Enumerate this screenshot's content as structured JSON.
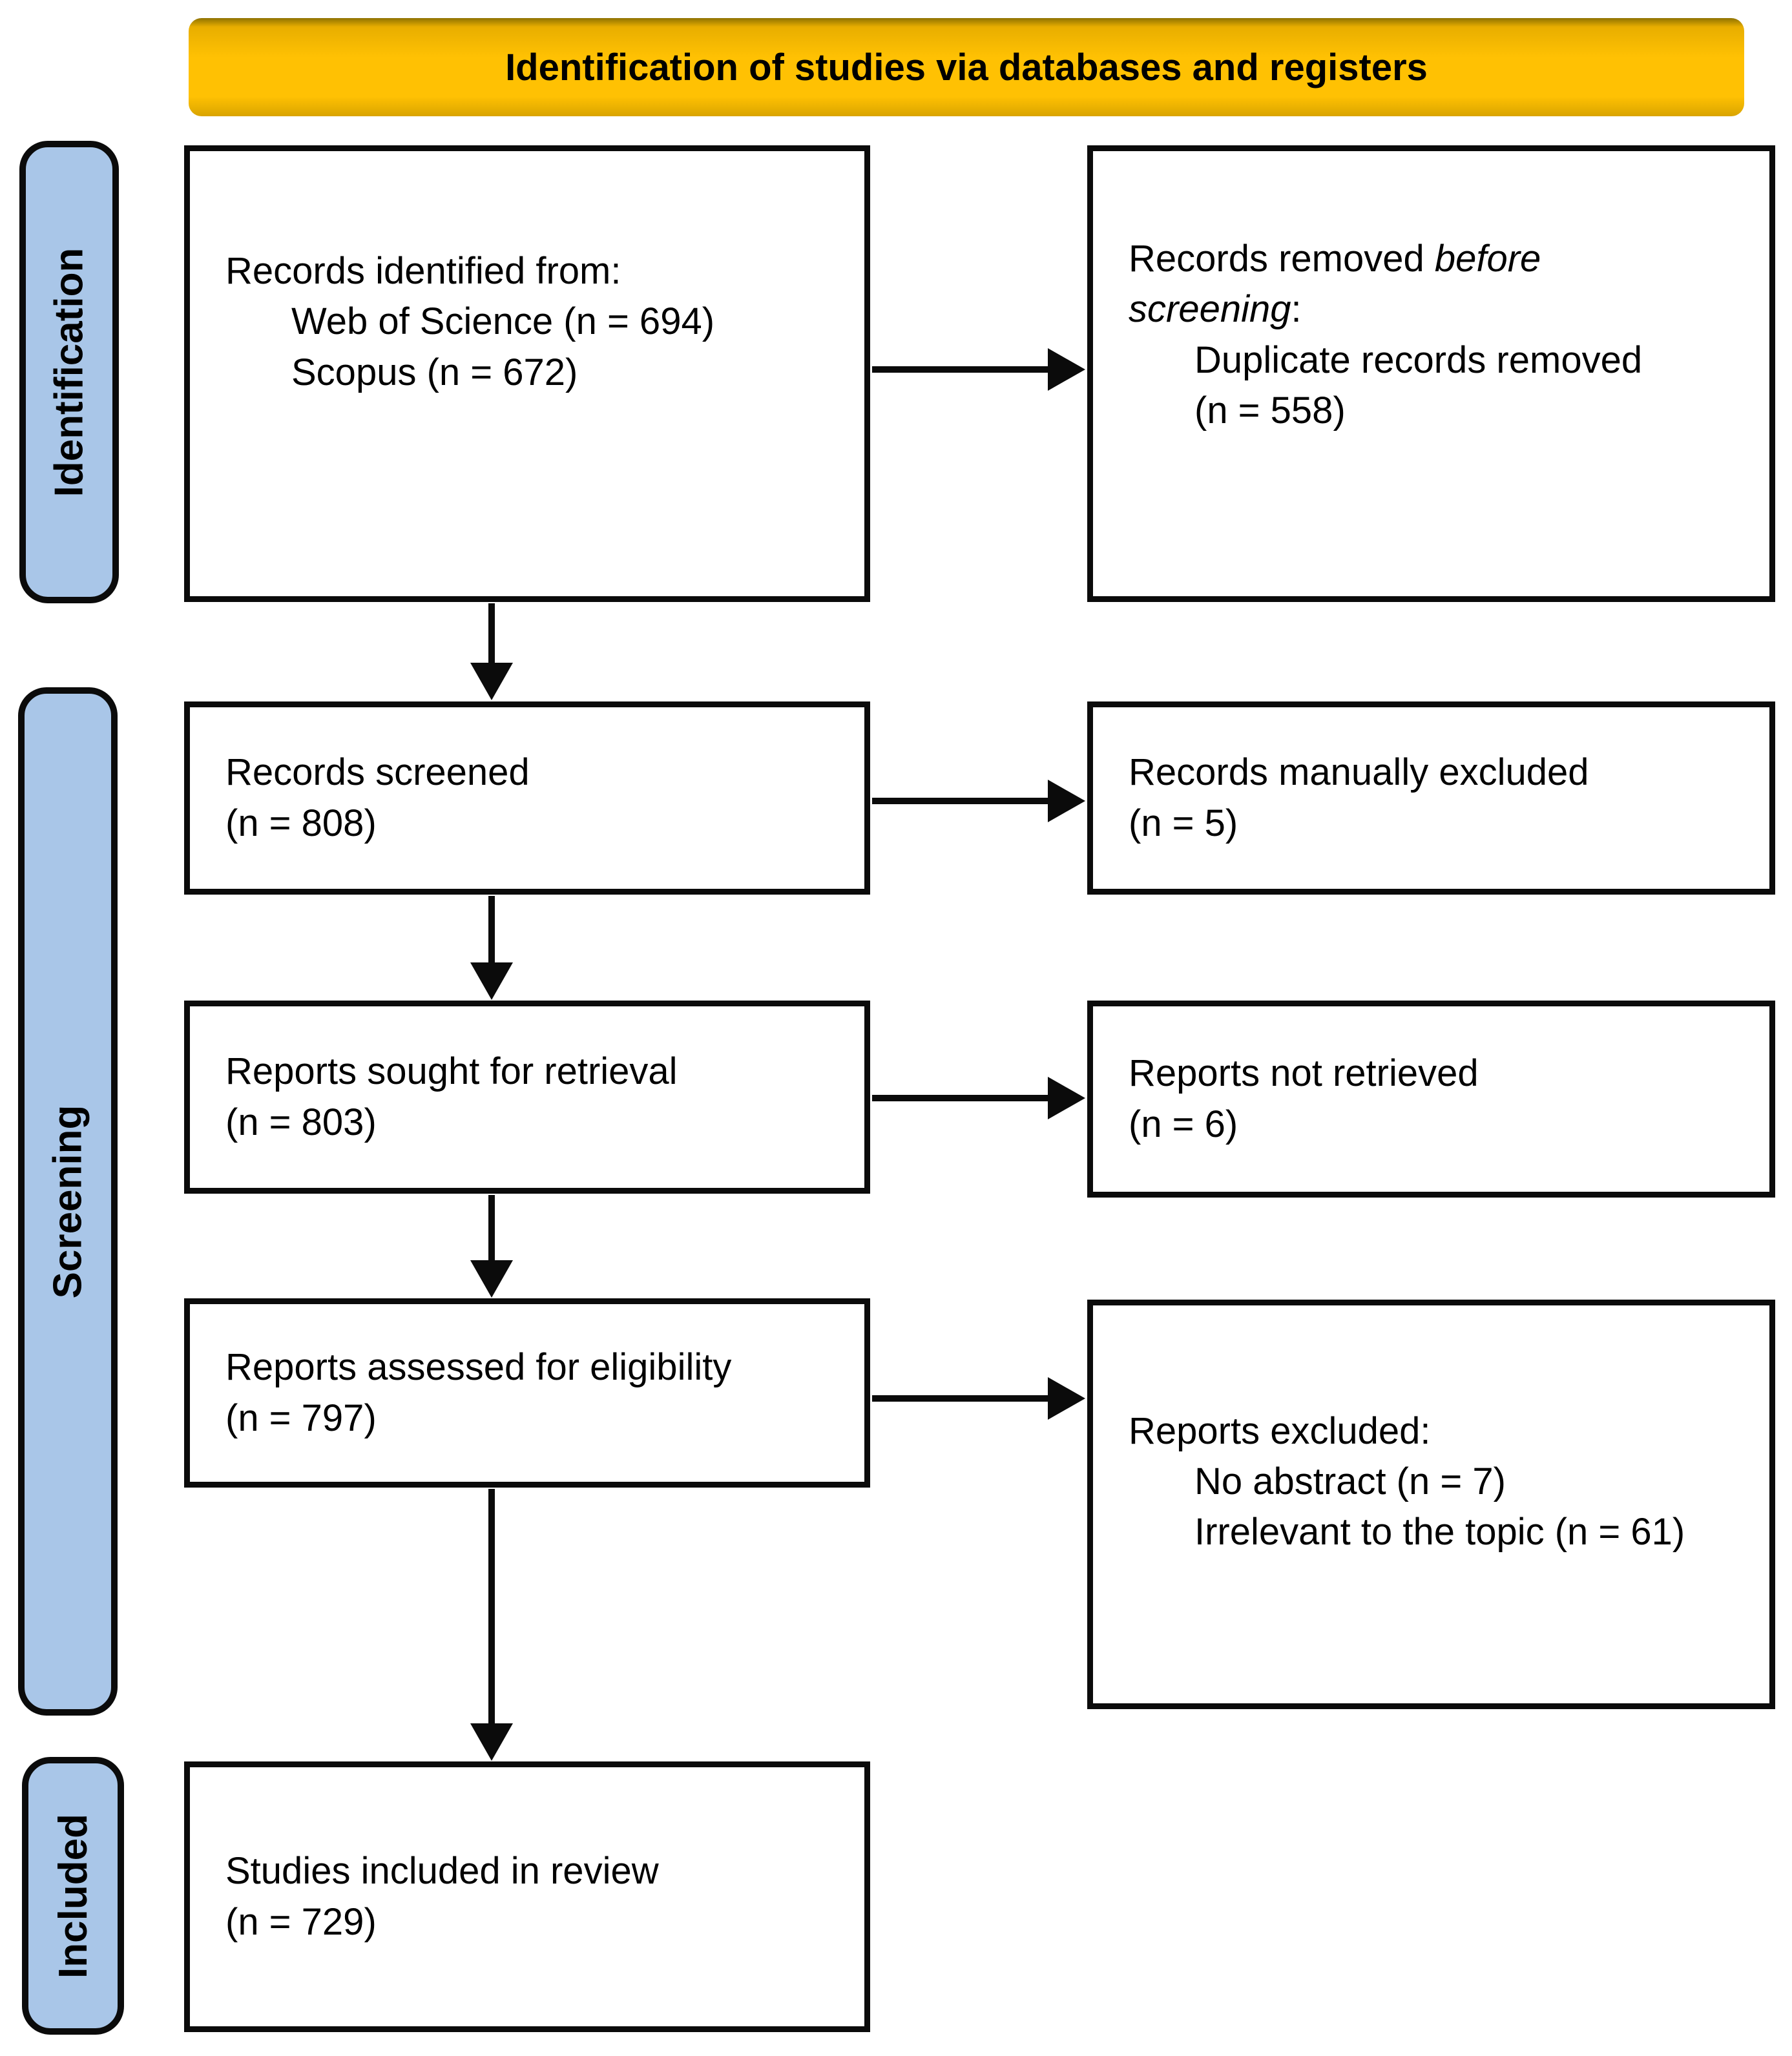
{
  "title": "Identification of studies via databases and registers",
  "colors": {
    "banner_gold": "#FFC103",
    "stage_blue": "#A9C6E8",
    "line_black": "#0B0B0B"
  },
  "stages": [
    {
      "label": "Identification"
    },
    {
      "label": "Screening"
    },
    {
      "label": "Included"
    }
  ],
  "boxes": {
    "identified": {
      "line1": "Records identified from:",
      "items": [
        "Web of Science (n = 694)",
        "Scopus (n = 672)"
      ]
    },
    "removed": {
      "seg_normal1": "Records removed ",
      "seg_italic1": "before",
      "seg_italic2": "screening",
      "seg_colon": ":",
      "items": [
        "Duplicate records removed",
        "(n = 558)"
      ]
    },
    "screened": {
      "line1": "Records screened",
      "line2": "(n = 808)"
    },
    "manually_excluded": {
      "line1": "Records manually excluded",
      "line2": "(n = 5)"
    },
    "sought": {
      "line1": "Reports sought for retrieval",
      "line2": "(n = 803)"
    },
    "not_retrieved": {
      "line1": "Reports not retrieved",
      "line2": "(n = 6)"
    },
    "assessed": {
      "line1": "Reports assessed for eligibility",
      "line2": "(n = 797)"
    },
    "excluded": {
      "line1": "Reports excluded:",
      "items": [
        "No abstract (n = 7)",
        "Irrelevant to the topic (n = 61)"
      ]
    },
    "included": {
      "line1": "Studies included in review",
      "line2": "(n = 729)"
    }
  }
}
